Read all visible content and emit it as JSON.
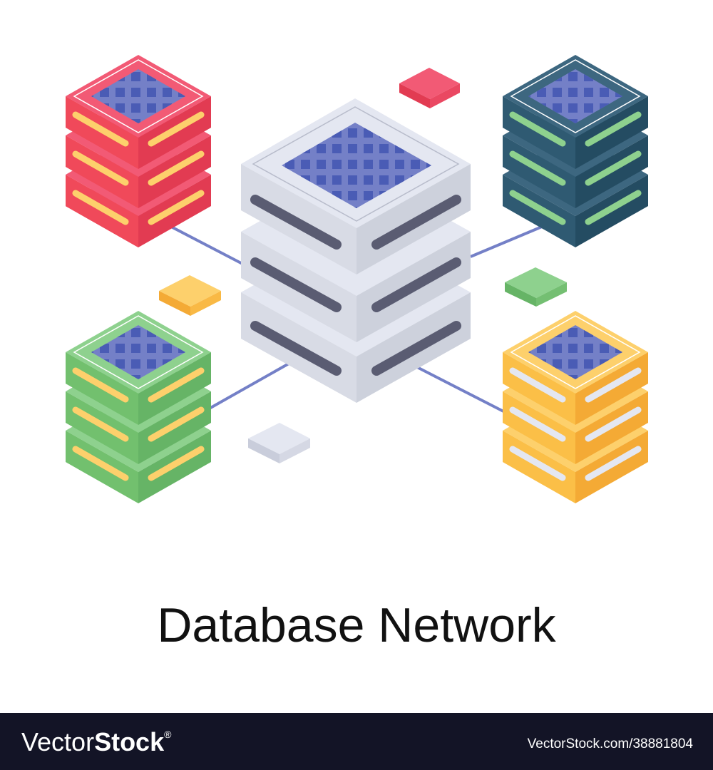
{
  "illustration": {
    "title": "Database Network",
    "central_server": {
      "label": "central-database",
      "body_color": "#dfe2ea",
      "side_color": "#cdd1dc",
      "slot_color": "#5a5c72",
      "grid_color": "#7480c7",
      "cell_color": "#4a5cb5"
    },
    "nodes": [
      {
        "name": "red-database",
        "position": "top-left",
        "body_color": "#f0495a",
        "top_color": "#f25a75",
        "slot_color": "#fdd06c"
      },
      {
        "name": "teal-database",
        "position": "top-right",
        "body_color": "#2f5a72",
        "top_color": "#3d6780",
        "slot_color": "#8ed18e"
      },
      {
        "name": "green-database",
        "position": "bottom-left",
        "body_color": "#72c06e",
        "top_color": "#8ed18e",
        "slot_color": "#fdd06c"
      },
      {
        "name": "yellow-database",
        "position": "bottom-right",
        "body_color": "#fbbf47",
        "top_color": "#fdd06c",
        "slot_color": "#e4e7f1"
      }
    ],
    "data_blocks": [
      {
        "name": "red-block",
        "color": "#f25a75"
      },
      {
        "name": "yellow-block",
        "color": "#fdd06c"
      },
      {
        "name": "green-block",
        "color": "#8ed18e"
      },
      {
        "name": "gray-block",
        "color": "#e4e7f1"
      }
    ],
    "connector_color": "#7480c7"
  },
  "footer": {
    "brand_light": "Vector",
    "brand_bold": "Stock",
    "brand_mark": "®",
    "reference": "VectorStock.com/38881804"
  }
}
